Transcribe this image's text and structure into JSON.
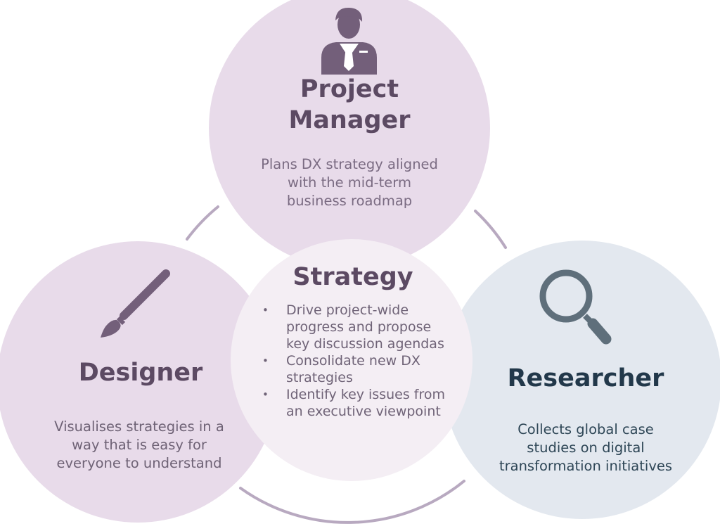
{
  "roles": {
    "project_manager": {
      "title": "Project\nManager",
      "description": "Plans DX strategy aligned with the mid-term business roadmap",
      "icon": "businessman-icon"
    },
    "designer": {
      "title": "Designer",
      "description": "Visualises strategies in a way that is easy for everyone to understand",
      "icon": "paintbrush-icon"
    },
    "researcher": {
      "title": "Researcher",
      "description": "Collects global case studies on digital transformation initiatives",
      "icon": "magnifier-icon"
    }
  },
  "strategy": {
    "title": "Strategy",
    "bullets": [
      "Drive project-wide progress and propose key discussion agendas",
      "Consolidate new DX strategies",
      "Identify key issues from an executive viewpoint"
    ]
  },
  "colors": {
    "pm_circle": "#e8dbea",
    "designer_circle": "#e8dbea",
    "researcher_circle": "#e3e8ef",
    "strategy_circle": "#f4eef4",
    "ring": "#b8a9c0",
    "dark_purple": "#5c4a63",
    "dark_teal": "#22384a",
    "icon_purple": "#735f7a",
    "icon_slate": "#5f6f7b"
  }
}
